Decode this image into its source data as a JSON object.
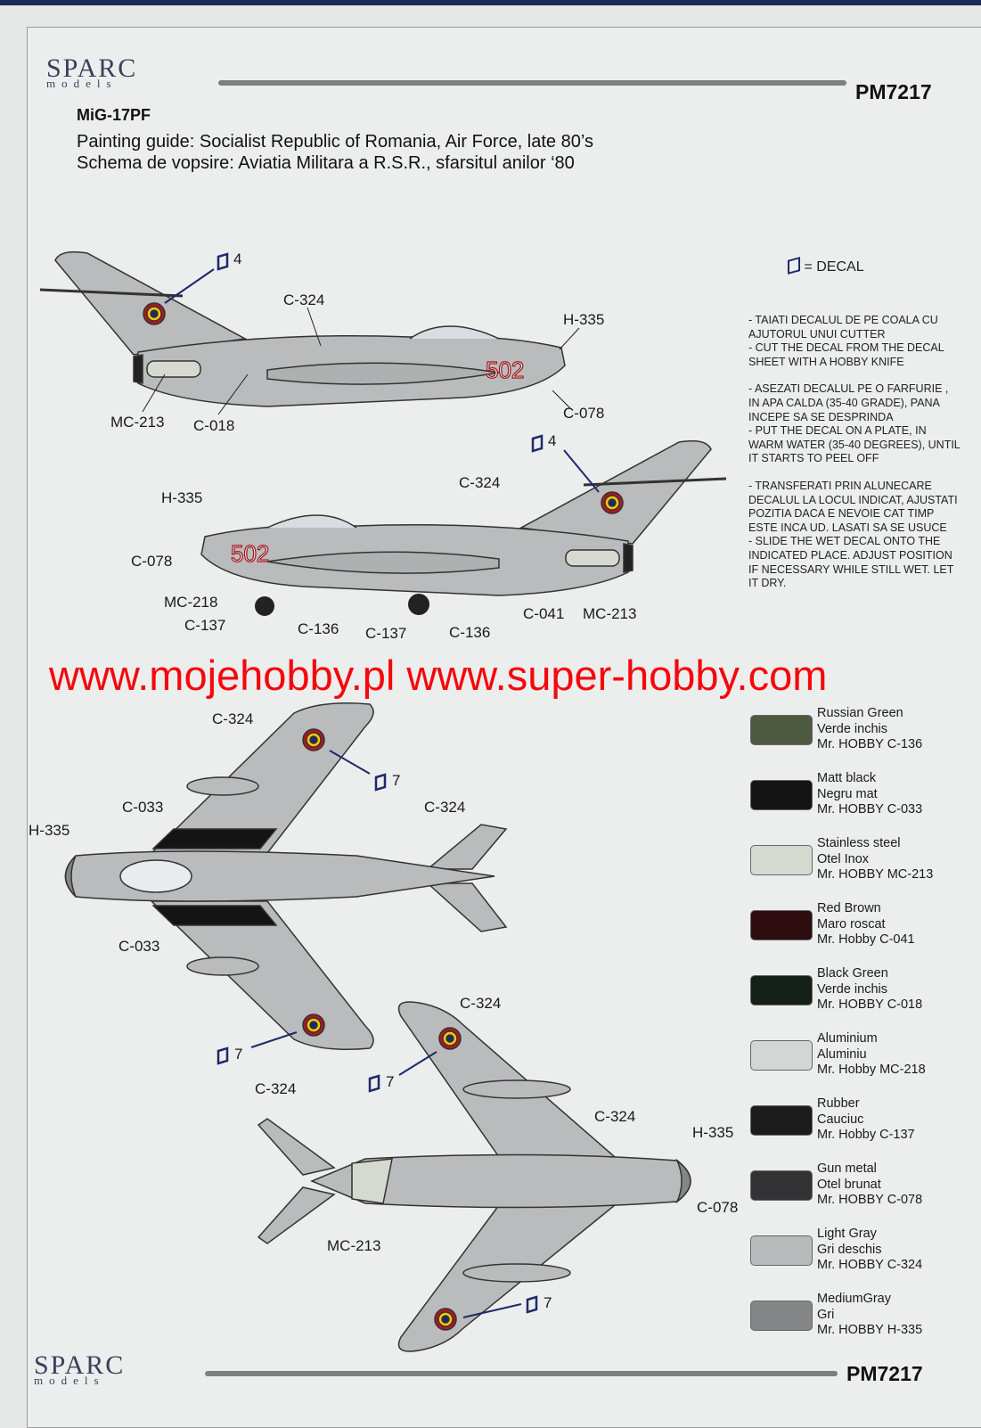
{
  "brand": {
    "logo_text": "SPARC",
    "logo_sub": "models",
    "product_code": "PM7217"
  },
  "header": {
    "model": "MiG-17PF",
    "line_en": "Painting guide: Socialist Republic of Romania, Air Force, late 80’s",
    "line_ro": "Schema de vopsire: Aviatia Militara a R.S.R., sfarsitul anilor ‘80"
  },
  "colors": {
    "roundel_outer": "#b0171e",
    "roundel_mid": "#f2c811",
    "roundel_inner": "#1c2a6b",
    "aircraft": "#b9bbbc",
    "watermark": "#f4080c"
  },
  "decal_key": {
    "icon": "decal-icon",
    "label": "= DECAL"
  },
  "instructions": [
    "- Taiati decalul de pe coala cu ajutorul unui cutter",
    "- Cut the decal from the decal sheet with a hobby knife",
    "- Asezati decalul pe o farfurie , in apa calda (35-40 grade), pana incepe sa se desprinda",
    "- Put the decal on a plate, in warm water (35-40 degrees), until it starts to peel off",
    "- Transferati prin alunecare decalul la locul indicat, ajustati pozitia daca e nevoie cat timp este inca ud. Lasati sa se usuce",
    "- Slide the wet decal onto the indicated place. Adjust position if necessary while still wet. Let it dry."
  ],
  "watermark": "www.mojehobby.pl www.super-hobby.com",
  "side_view_left": {
    "serial": "502",
    "decal": "4",
    "labels": [
      "C-324",
      "H-335",
      "MC-213",
      "C-018",
      "C-078"
    ]
  },
  "side_view_right": {
    "serial": "502",
    "decal": "4",
    "labels": [
      "C-324",
      "H-335",
      "C-078",
      "MC-218",
      "C-137",
      "C-136",
      "C-137",
      "C-136",
      "C-041",
      "MC-213"
    ]
  },
  "top_view": {
    "decals": [
      "7",
      "7"
    ],
    "labels": [
      "C-324",
      "C-033",
      "H-335",
      "C-324",
      "C-033"
    ]
  },
  "bottom_view": {
    "decals": [
      "7",
      "7"
    ],
    "labels": [
      "C-324",
      "C-324",
      "C-324",
      "H-335",
      "C-078",
      "MC-213"
    ]
  },
  "legend": [
    {
      "name": "Russian Green",
      "ro": "Verde inchis",
      "code": "Mr. HOBBY C-136",
      "hex": "#4e5a40"
    },
    {
      "name": "Matt black",
      "ro": "Negru mat",
      "code": "Mr. HOBBY C-033",
      "hex": "#141414"
    },
    {
      "name": "Stainless steel",
      "ro": "Otel Inox",
      "code": "Mr. HOBBY MC-213",
      "hex": "#d6d9cf"
    },
    {
      "name": "Red Brown",
      "ro": "Maro roscat",
      "code": "Mr. Hobby C-041",
      "hex": "#2e0d10"
    },
    {
      "name": "Black Green",
      "ro": "Verde inchis",
      "code": "Mr. HOBBY C-018",
      "hex": "#142018"
    },
    {
      "name": "Aluminium",
      "ro": "Aluminiu",
      "code": "Mr. Hobby MC-218",
      "hex": "#d4d6d6"
    },
    {
      "name": "Rubber",
      "ro": "Cauciuc",
      "code": "Mr. Hobby C-137",
      "hex": "#1c1c1c"
    },
    {
      "name": "Gun metal",
      "ro": "Otel brunat",
      "code": "Mr. HOBBY C-078",
      "hex": "#333335"
    },
    {
      "name": "Light Gray",
      "ro": "Gri deschis",
      "code": "Mr. HOBBY C-324",
      "hex": "#b8babb"
    },
    {
      "name": "MediumGray",
      "ro": "Gri",
      "code": "Mr. HOBBY H-335",
      "hex": "#858688"
    }
  ]
}
